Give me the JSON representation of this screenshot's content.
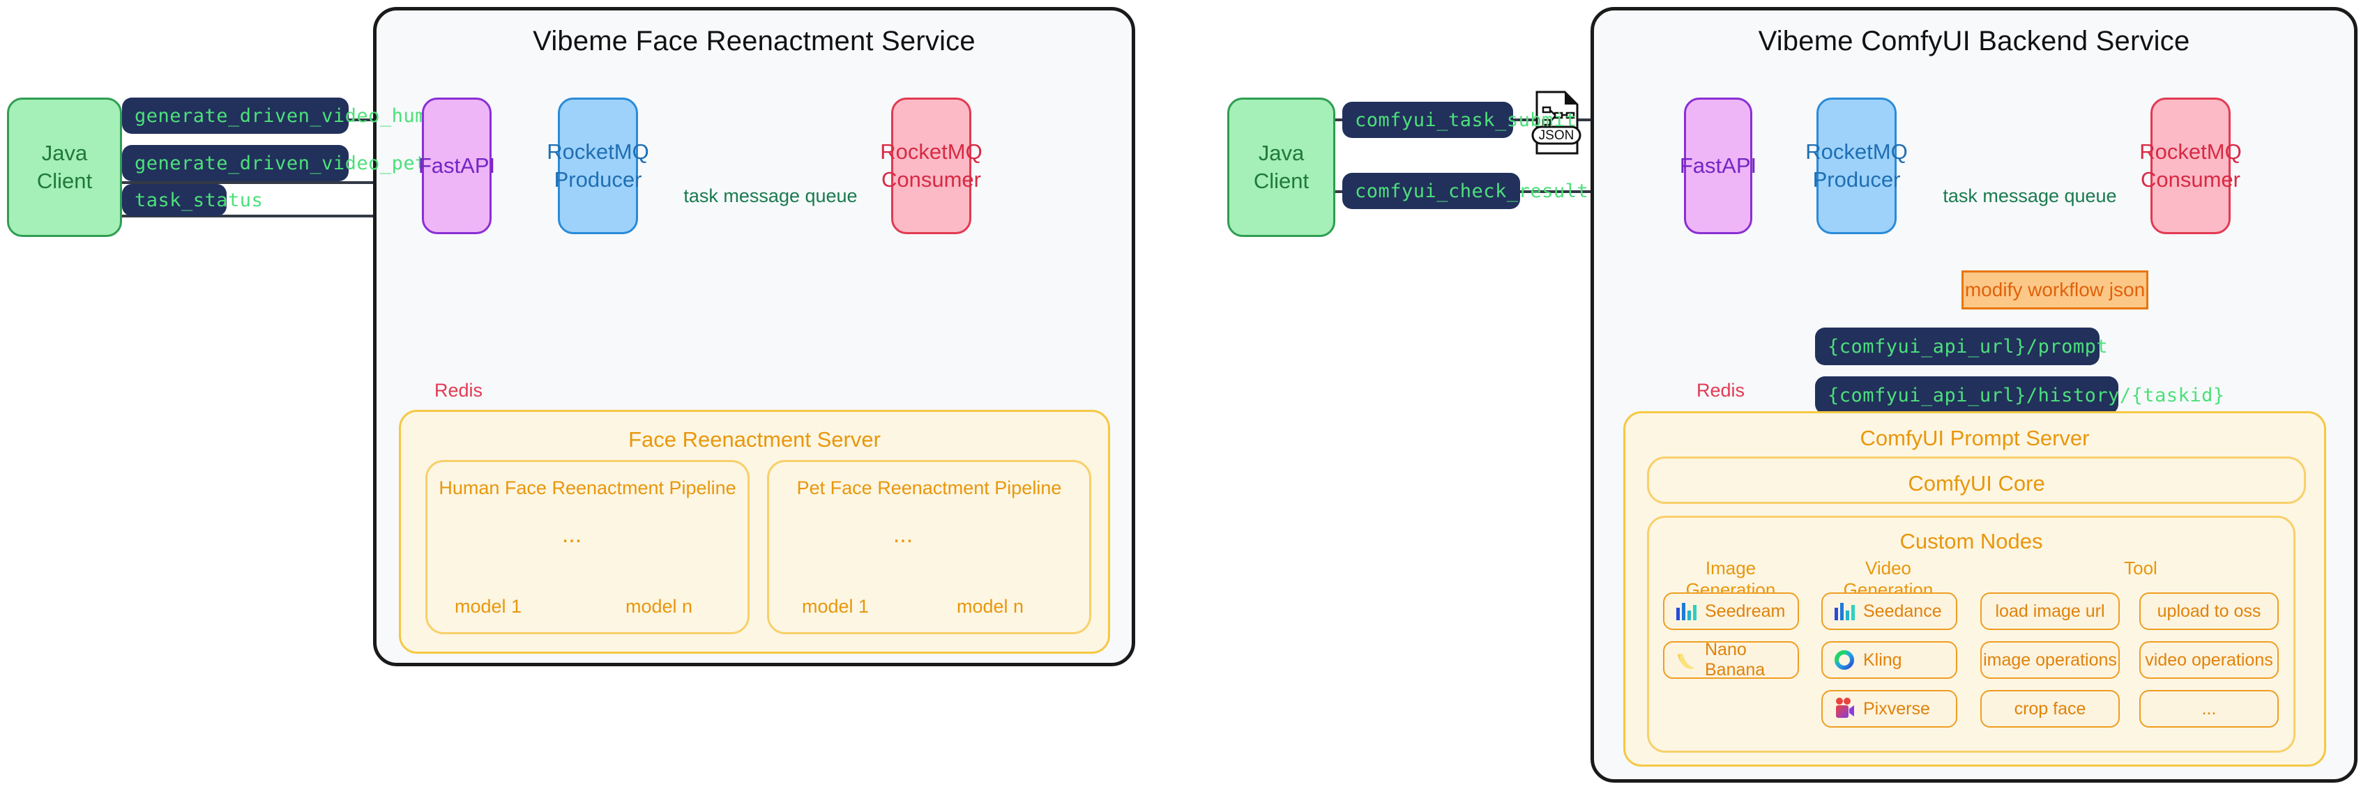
{
  "diagram": {
    "title": "Vibeme service architecture",
    "colors": {
      "panel_border": "#1a1a1a",
      "panel_bg": "#f7f9fb",
      "green": "#a5efb8",
      "purple": "#eeb6f7",
      "blue": "#9ed2fb",
      "pink": "#fbbac6",
      "chip_bg": "#22305c",
      "chip_text": "#4ce07a",
      "yellow_border": "#f5c842",
      "yellow_bg": "#fdf6e3",
      "orange_text": "#e8970d",
      "note_bg": "#fcc888",
      "note_border": "#e8760d",
      "redis_red": "#b32c26"
    }
  },
  "left": {
    "panel_title": "Vibeme Face Reenactment Service",
    "client": {
      "line1": "Java",
      "line2": "Client"
    },
    "api_chips": [
      "generate_driven_video_human",
      "generate_driven_video_pet",
      "task_status"
    ],
    "fastapi": "FastAPI",
    "producer": {
      "line1": "RocketMQ",
      "line2": "Producer"
    },
    "queue_caption": "task message queue",
    "consumer": {
      "line1": "RocketMQ",
      "line2": "Consumer"
    },
    "redis_label": "Redis",
    "server": {
      "title": "Face Reenactment Server",
      "pipelines": [
        {
          "title": "Human Face Reenactment Pipeline",
          "model_first": "model 1",
          "model_last": "model n",
          "ellipsis": "..."
        },
        {
          "title": "Pet Face Reenactment Pipeline",
          "model_first": "model 1",
          "model_last": "model n",
          "ellipsis": "..."
        }
      ]
    }
  },
  "right": {
    "panel_title": "Vibeme ComfyUI Backend Service",
    "client": {
      "line1": "Java",
      "line2": "Client"
    },
    "api_chips": [
      "comfyui_task_submit",
      "comfyui_check_result"
    ],
    "json_icon_label": "JSON",
    "fastapi": "FastAPI",
    "producer": {
      "line1": "RocketMQ",
      "line2": "Producer"
    },
    "queue_caption": "task message queue",
    "consumer": {
      "line1": "RocketMQ",
      "line2": "Consumer"
    },
    "redis_label": "Redis",
    "note": "modify workflow json",
    "url_chips": [
      "{comfyui_api_url}/prompt",
      "{comfyui_api_url}/history/{taskid}"
    ],
    "prompt_server": {
      "title": "ComfyUI Prompt Server",
      "core": "ComfyUI Core",
      "custom_nodes": {
        "title": "Custom Nodes",
        "columns": [
          {
            "title": "Image Generation",
            "items": [
              {
                "label": "Seedream",
                "icon": "bars-icon"
              },
              {
                "label": "Nano Banana",
                "icon": "banana-icon"
              }
            ]
          },
          {
            "title": "Video Generation",
            "items": [
              {
                "label": "Seedance",
                "icon": "bars-icon"
              },
              {
                "label": "Kling",
                "icon": "ring-icon"
              },
              {
                "label": "Pixverse",
                "icon": "camera-icon"
              }
            ]
          },
          {
            "title": "Tool",
            "items": [
              {
                "label": "load image url",
                "icon": "none"
              },
              {
                "label": "upload to oss",
                "icon": "none"
              },
              {
                "label": "image operations",
                "icon": "none"
              },
              {
                "label": "video operations",
                "icon": "none"
              },
              {
                "label": "crop face",
                "icon": "none"
              },
              {
                "label": "...",
                "icon": "none"
              }
            ]
          }
        ]
      }
    }
  }
}
